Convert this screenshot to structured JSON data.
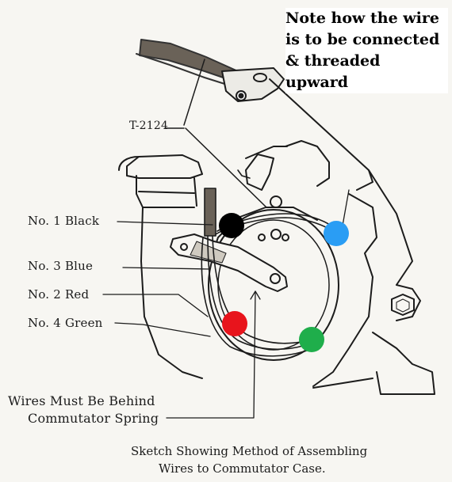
{
  "note": {
    "lines": [
      "Note how the wire",
      "is to be connected",
      "& threaded",
      "upward"
    ]
  },
  "labels": {
    "part_number": "T-2124",
    "wire_1": "No. 1  Black",
    "wire_3": "No. 3  Blue",
    "wire_2": "No. 2  Red",
    "wire_4": "No. 4  Green",
    "behind_line1": "Wires Must Be Behind",
    "behind_line2": "Commutator Spring"
  },
  "caption": {
    "line1": "Sketch Showing Method of Assembling",
    "line2": "Wires to Commutator Case."
  },
  "colors": {
    "black_marker": "#000000",
    "blue_marker": "#2a9df4",
    "red_marker": "#e8141c",
    "green_marker": "#1fae4b",
    "ink": "#1c1c1c"
  }
}
